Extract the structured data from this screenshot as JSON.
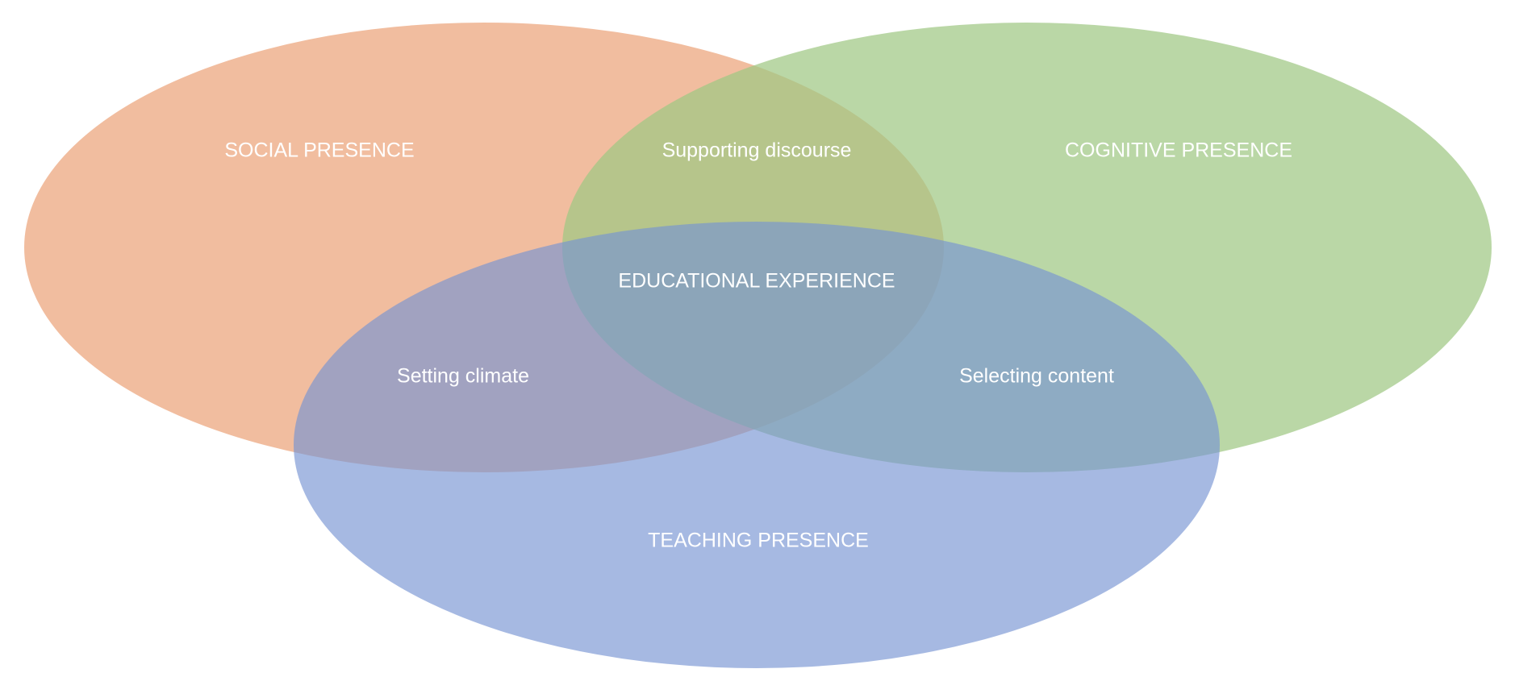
{
  "diagram": {
    "type": "venn",
    "sets": [
      {
        "key": "social",
        "label": "SOCIAL PRESENCE",
        "color": "#eba47a"
      },
      {
        "key": "cognitive",
        "label": "COGNITIVE PRESENCE",
        "color": "#a0c884"
      },
      {
        "key": "teaching",
        "label": "TEACHING PRESENCE",
        "color": "#7694d2"
      }
    ],
    "intersections": {
      "social_cognitive": "Supporting discourse",
      "social_teaching": "Setting climate",
      "cognitive_teaching": "Selecting content",
      "all": "EDUCATIONAL EXPERIENCE"
    }
  }
}
